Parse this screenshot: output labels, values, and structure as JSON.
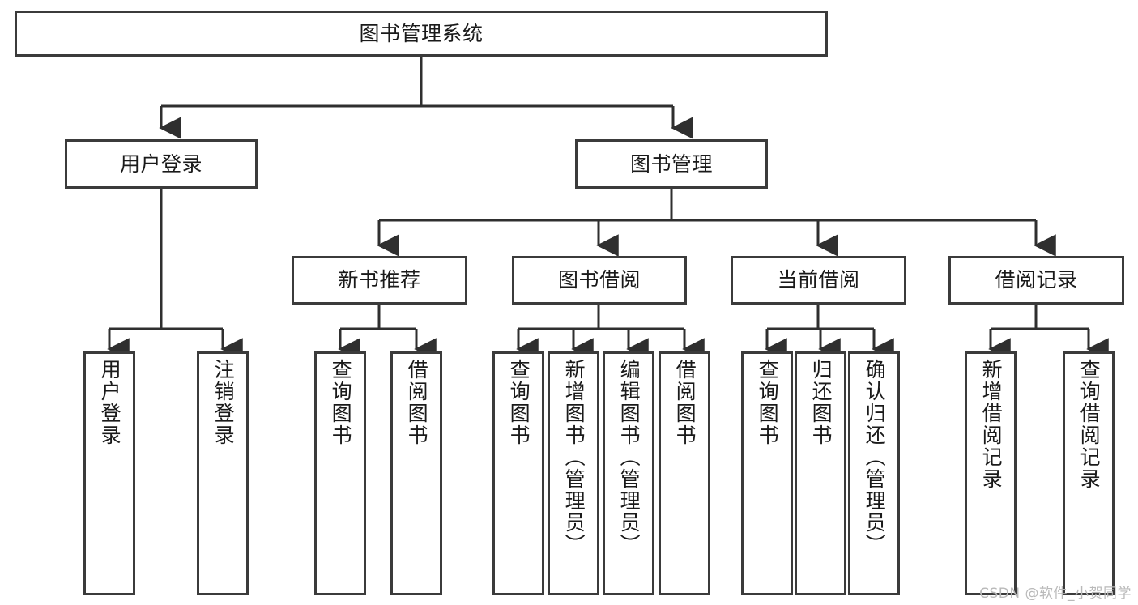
{
  "diagram": {
    "title": "图书管理系统",
    "type": "hierarchy-tree",
    "watermark": "CSDN @软件_小贺同学",
    "colors": {
      "box_border": "#3b3b3b",
      "box_fill": "#ffffff",
      "connector": "#2f2f2f",
      "text": "#1a1a1a",
      "watermark": "#b9b9b9",
      "background": "#ffffff"
    },
    "nodes": {
      "root": {
        "label": "图书管理系统"
      },
      "level2": [
        {
          "id": "user-login",
          "label": "用户登录"
        },
        {
          "id": "book-management",
          "label": "图书管理"
        }
      ],
      "level3": [
        {
          "id": "new-book-recommend",
          "label": "新书推荐"
        },
        {
          "id": "book-borrow",
          "label": "图书借阅"
        },
        {
          "id": "current-borrow",
          "label": "当前借阅"
        },
        {
          "id": "borrow-record",
          "label": "借阅记录"
        }
      ],
      "leaves": {
        "user-login": [
          {
            "id": "leaf-user-login",
            "label": "用户登录"
          },
          {
            "id": "leaf-logout-login",
            "label": "注销登录"
          }
        ],
        "new-book-recommend": [
          {
            "id": "leaf-query-book-1",
            "label": "查询图书"
          },
          {
            "id": "leaf-borrow-book-1",
            "label": "借阅图书"
          }
        ],
        "book-borrow": [
          {
            "id": "leaf-query-book-2",
            "label": "查询图书"
          },
          {
            "id": "leaf-add-book",
            "label": "新增图书（管理员）"
          },
          {
            "id": "leaf-edit-book",
            "label": "编辑图书（管理员）"
          },
          {
            "id": "leaf-borrow-book-2",
            "label": "借阅图书"
          }
        ],
        "current-borrow": [
          {
            "id": "leaf-query-book-3",
            "label": "查询图书"
          },
          {
            "id": "leaf-return-book",
            "label": "归还图书"
          },
          {
            "id": "leaf-confirm-return",
            "label": "确认归还（管理员）"
          }
        ],
        "borrow-record": [
          {
            "id": "leaf-add-record",
            "label": "新增借阅记录"
          },
          {
            "id": "leaf-query-record",
            "label": "查询借阅记录"
          }
        ]
      }
    }
  }
}
